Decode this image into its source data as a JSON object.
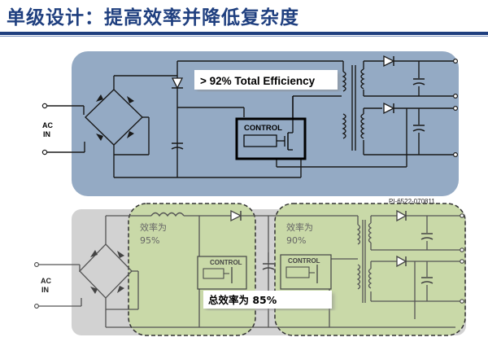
{
  "slide": {
    "title": "单级设计：提高效率并降低复杂度"
  },
  "top_circuit": {
    "input_label_line1": "AC",
    "input_label_line2": "IN",
    "efficiency_label": "> 92% Total Efficiency",
    "control_label": "CONTROL",
    "colors": {
      "panel": "#94aac4",
      "wire": "#1a1a1a"
    }
  },
  "bottom_circuit": {
    "figure_id": "PI-6522-070811",
    "input_label_line1": "AC",
    "input_label_line2": "IN",
    "stage1": {
      "line1": "效率为",
      "line2": "95%",
      "control_label": "CONTROL"
    },
    "stage2": {
      "line1": "效率为",
      "line2": "90%",
      "control_label": "CONTROL"
    },
    "total_efficiency": "总效率为 85%",
    "colors": {
      "panel": "#d2d2d2",
      "stage": "#c9d9a8",
      "wire": "#333333"
    }
  }
}
